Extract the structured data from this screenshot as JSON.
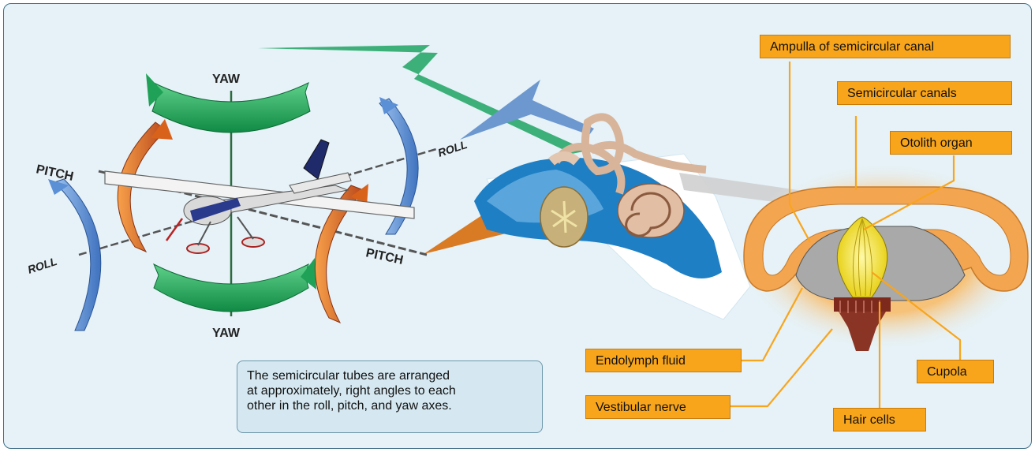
{
  "axes": {
    "yaw_top": "YAW",
    "yaw_bottom": "YAW",
    "pitch_left": "PITCH",
    "pitch_right": "PITCH",
    "roll_left": "ROLL",
    "roll_right": "ROLL"
  },
  "labels": {
    "ampulla": "Ampulla of semicircular canal",
    "canals": "Semicircular canals",
    "otolith": "Otolith organ",
    "endolymph": "Endolymph fluid",
    "vestibular": "Vestibular nerve",
    "cupola": "Cupola",
    "hair_cells": "Hair cells"
  },
  "note": {
    "line1": "The semicircular tubes are arranged",
    "line2": "at approximately, right angles to each",
    "line3": "other in the roll, pitch, and yaw axes."
  },
  "colors": {
    "label_fill": "#f8a51c",
    "yaw_arrow": "#1fa157",
    "pitch_arrow": "#d9621b",
    "roll_arrow": "#5b8fd6",
    "background": "#e6f2f8"
  }
}
